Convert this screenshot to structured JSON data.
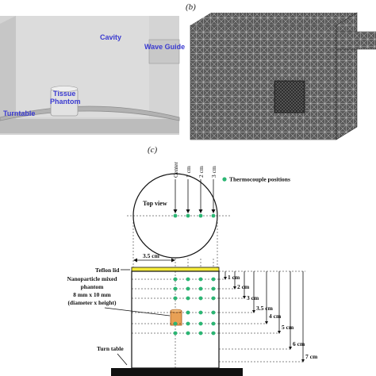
{
  "panel_a": {
    "labels": {
      "cavity": "Cavity",
      "wave_guide": "Wave Guide",
      "tissue": "Tissue",
      "phantom": "Phantom",
      "turntable": "Turntable"
    },
    "label_color": "#3a3ad0"
  },
  "panel_b": {
    "letter": "(b)"
  },
  "panel_c": {
    "letter": "(c)",
    "top_labels": [
      "Center",
      "1 cm",
      "2 cm",
      "3 cm"
    ],
    "legend_text": "Thermocouple positions",
    "top_view": "Top view",
    "width_label": "3.5 cm",
    "teflon": "Teflon lid",
    "phantom_desc": [
      "Nanoparticle mixed",
      "phantom",
      "8 mm x 10 mm",
      "(diameter x height)"
    ],
    "turn_table": "Turn table",
    "depth_labels": [
      "1 cm",
      "2 cm",
      "3 cm",
      "3.5 cm",
      "4 cm",
      "5 cm",
      "6 cm",
      "7 cm"
    ],
    "colors": {
      "dot": "#2bb673",
      "lid": "#f4ea3a",
      "nanoparticle": "#e8a055"
    }
  }
}
